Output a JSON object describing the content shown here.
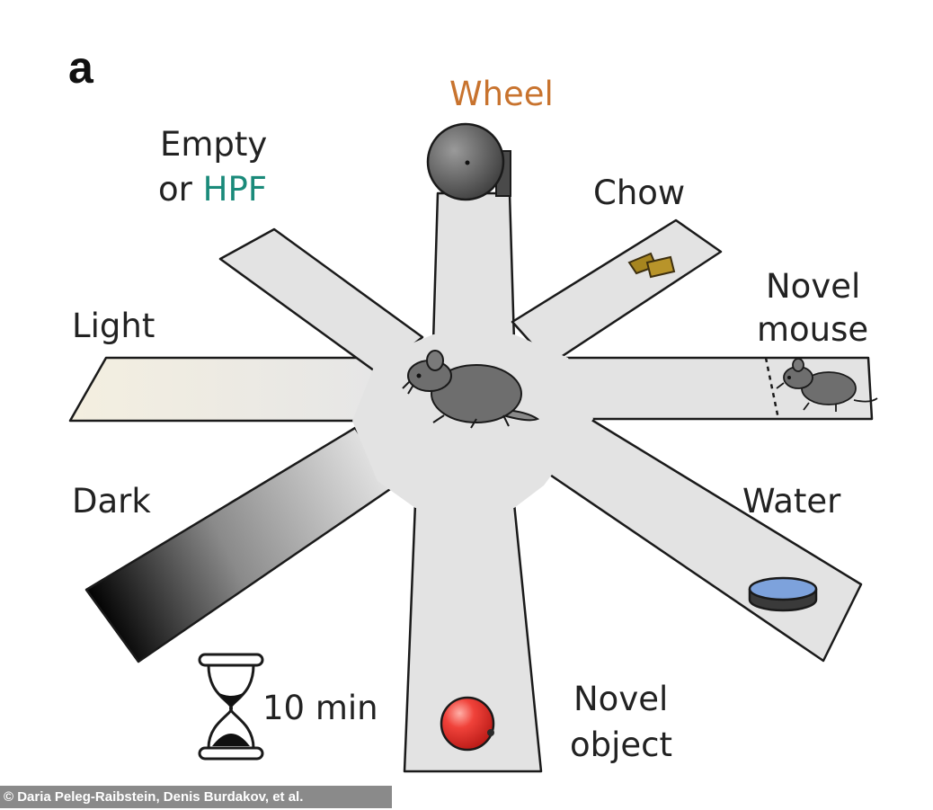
{
  "panel_label": "a",
  "arms": {
    "wheel": "Wheel",
    "empty_hpf": {
      "part1": "Empty",
      "part2": "or ",
      "part3": "HPF"
    },
    "chow": "Chow",
    "novel_mouse": {
      "line1": "Novel",
      "line2": "mouse"
    },
    "light": "Light",
    "dark": "Dark",
    "water": "Water",
    "novel_object": {
      "line1": "Novel",
      "line2": "object"
    }
  },
  "timer": "10 min",
  "credit": "© Daria Peleg-Raibstein, Denis Burdakov, et al.",
  "colors": {
    "wheel_label": "#c8732e",
    "hpf_label": "#1a8a7a",
    "arena": "#e3e3e3",
    "arena_stroke": "#1a1a1a",
    "mouse": "#6e6e6e",
    "ball": "#e8322f",
    "dish": "#7da2dc"
  }
}
